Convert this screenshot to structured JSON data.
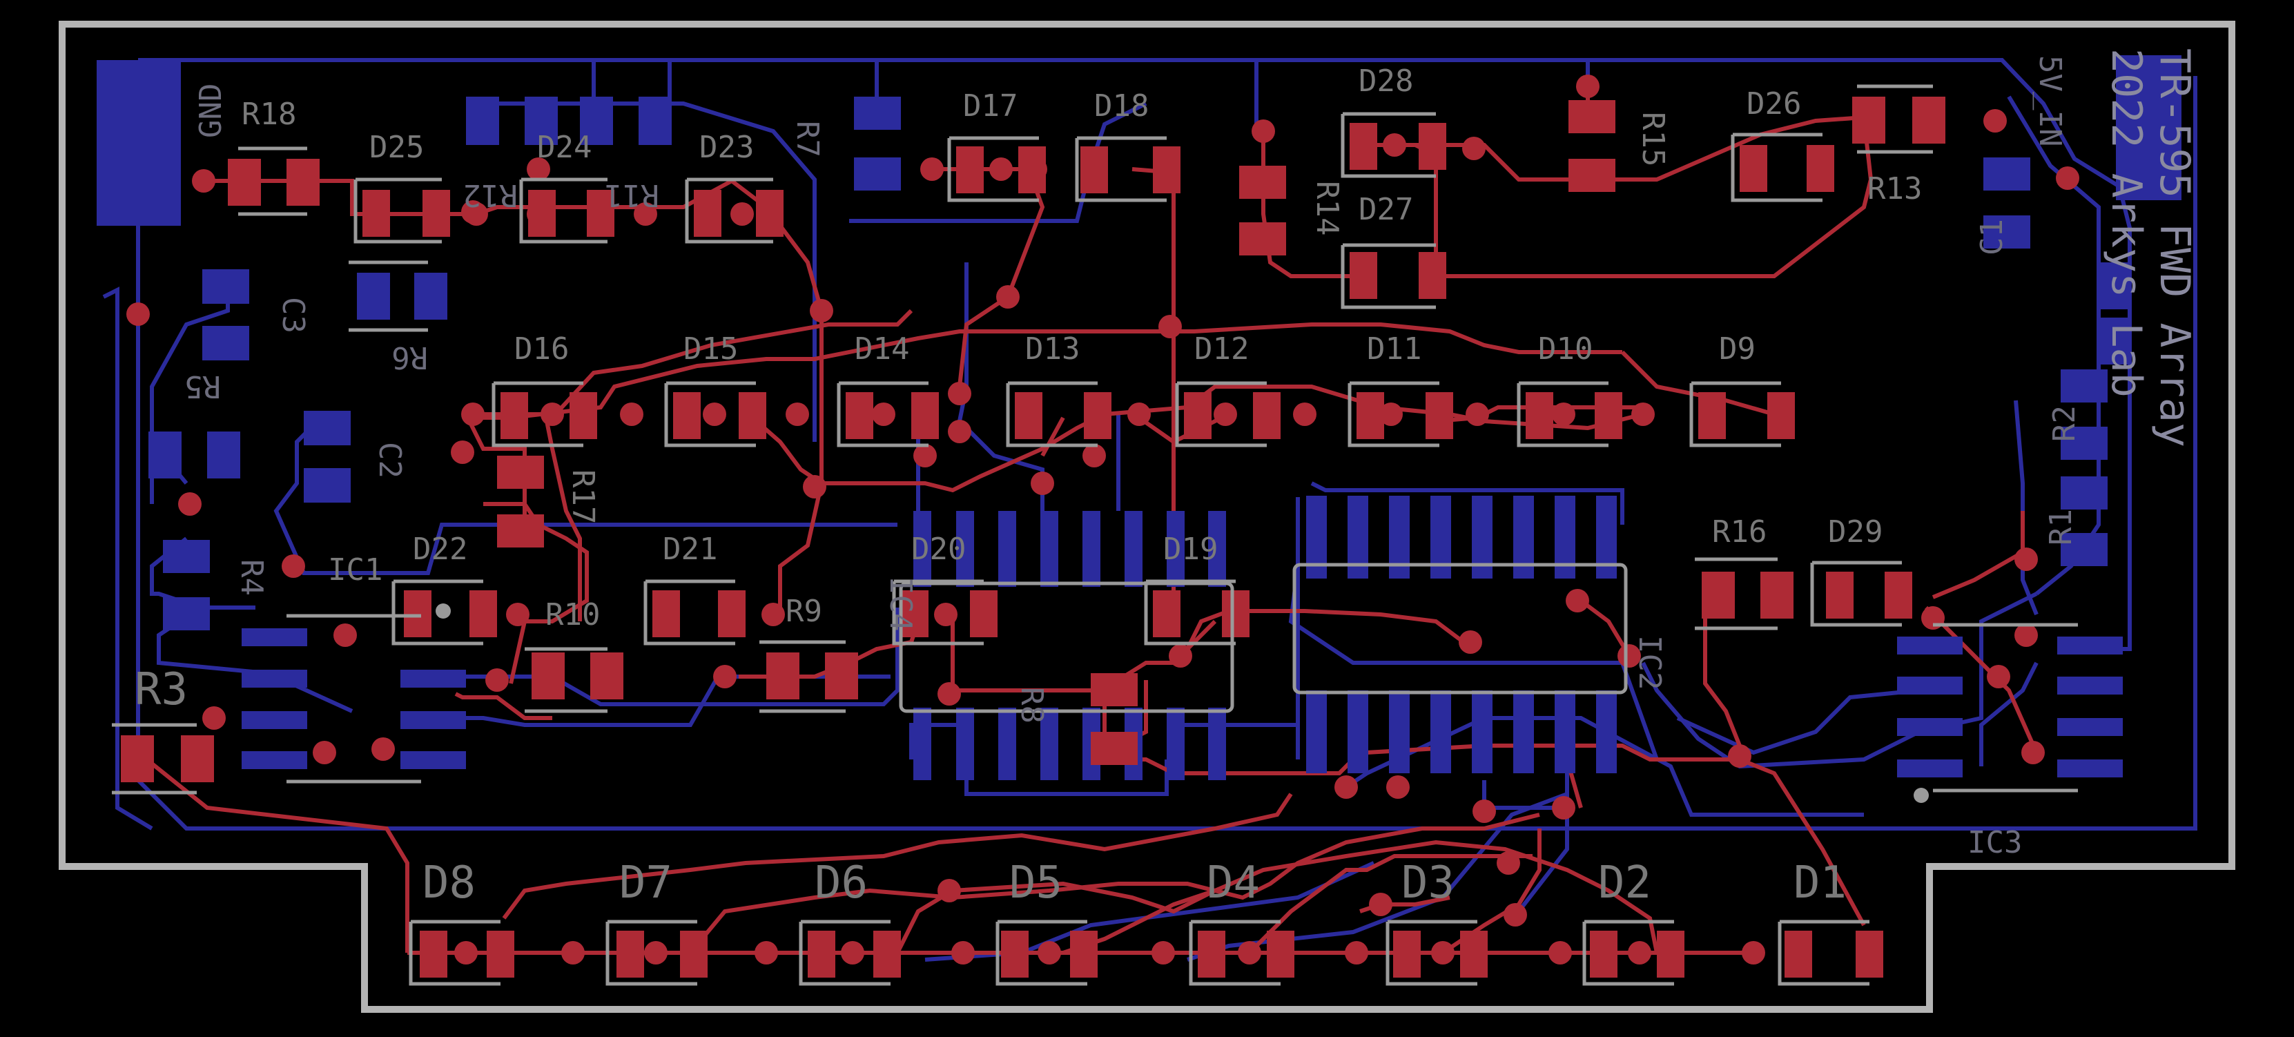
{
  "colors": {
    "background": "#000000",
    "outline": "#b4b4b4",
    "top_copper": "#ae2a35",
    "bottom_copper": "#2b2b9d",
    "silk": "#9a9a9a",
    "top_label": "#7a7a7a",
    "bottom_label": "#6d6d7d"
  },
  "board": {
    "title": "TR-595 FWD Array",
    "subtitle": "2022 Arkys Lab",
    "power_labels": {
      "gnd": "GND",
      "vin": "5V_IN"
    }
  },
  "components": {
    "top_leds_row_bottom": [
      "D8",
      "D7",
      "D6",
      "D5",
      "D4",
      "D3",
      "D2",
      "D1"
    ],
    "top_leds_row_middle": [
      "D16",
      "D15",
      "D14",
      "D13",
      "D12",
      "D11",
      "D10",
      "D9"
    ],
    "top_leds_row_upper": [
      "D25",
      "D24",
      "D23",
      "D17",
      "D18",
      "D28",
      "D27",
      "D26"
    ],
    "top_leds_misc": [
      "D22",
      "D21",
      "D20",
      "D19",
      "D29"
    ],
    "resistors_top": [
      "R18",
      "R13",
      "R14",
      "R15",
      "R17",
      "R10",
      "R9",
      "R16",
      "R3"
    ],
    "resistors_mirrored": [
      "R11",
      "R12",
      "R7",
      "R6",
      "R5",
      "R4",
      "R2",
      "R1",
      "R8"
    ],
    "capacitors": [
      "C1",
      "C2",
      "C3"
    ],
    "ics": [
      "IC1",
      "IC2",
      "IC3",
      "IC4"
    ]
  },
  "mirrored_labels": {
    "r12": "R12",
    "r11": "R11",
    "r7": "R7",
    "c3": "C3",
    "r6": "R6",
    "r5": "R5",
    "c2": "C2",
    "r4": "R4",
    "ic1": "IC1",
    "ic4": "IC4",
    "r8": "R8",
    "ic2": "IC2",
    "c1": "C1",
    "r2": "R2",
    "r1": "R1"
  }
}
